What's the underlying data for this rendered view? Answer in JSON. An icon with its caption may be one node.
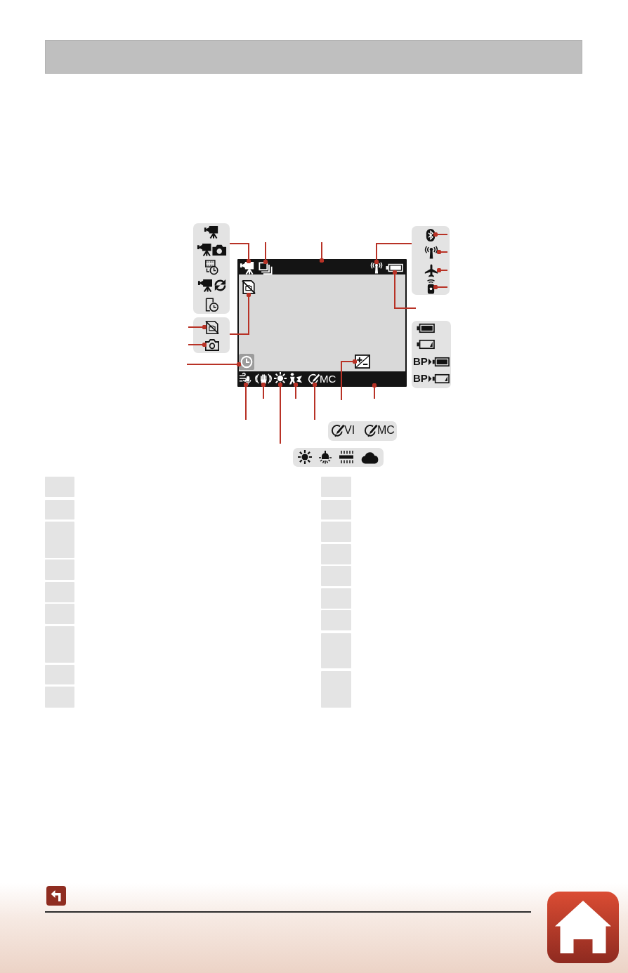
{
  "diagram": {
    "nodes": [
      {
        "text": [],
        "shape": "bar"
      },
      {
        "text": [],
        "shape": "box"
      },
      {
        "text": [],
        "shape": "box"
      },
      {
        "text": [],
        "shape": "icon",
        "in": 2
      },
      {
        "text": [],
        "shape": "icon",
        "in": 2
      },
      {
        "text": [],
        "shape": "icon",
        "in": 2
      },
      {
        "text": [],
        "shape": "icon",
        "in": 2
      },
      {
        "text": [],
        "shape": "box"
      },
      {
        "text": [],
        "shape": "bar",
        "in": 7
      },
      {
        "text": [],
        "shape": "icon",
        "in": 8
      },
      {
        "text": [],
        "shape": "icon",
        "in": 8
      },
      {
        "text": [],
        "shape": "icon",
        "in": 8
      },
      {
        "text": [],
        "shape": "icon",
        "in": 8
      },
      {
        "text": [],
        "shape": "icon",
        "in": 7
      },
      {
        "text": [],
        "shape": "box"
      },
      {
        "text": [],
        "shape": "icon",
        "in": 14
      },
      {
        "text": [],
        "shape": "icon",
        "in": 14
      },
      {
        "text": [
          "BP",
          "BP"
        ]
      },
      {
        "text": [],
        "shape": "icon",
        "in": 7
      },
      {
        "text": [],
        "shape": "icon",
        "in": 7
      },
      {
        "text": [],
        "shape": "bar",
        "in": 7
      },
      {
        "text": [],
        "shape": "icon",
        "in": 20
      },
      {
        "text": [],
        "shape": "icon",
        "in": 20
      },
      {
        "text": [],
        "shape": "icon",
        "in": 20
      },
      {
        "text": [],
        "shape": "icon",
        "in": 20
      },
      {
        "text": [
          "MC"
        ],
        "in": 20
      },
      {
        "text": [
          "VI",
          "MC"
        ]
      },
      {
        "text": [],
        "shape": "box"
      },
      {
        "text": [],
        "shape": "box"
      },
      {
        "text": [],
        "shape": "box"
      },
      {
        "text": [],
        "shape": "box"
      },
      {
        "text": [],
        "shape": "box"
      },
      {
        "text": [],
        "shape": "box"
      },
      {
        "text": [],
        "shape": "box"
      },
      {
        "text": [],
        "shape": "box"
      },
      {
        "text": [],
        "shape": "box"
      },
      {
        "text": [],
        "shape": "box"
      },
      {
        "text": [],
        "shape": "box"
      },
      {
        "text": [],
        "shape": "box"
      },
      {
        "text": [],
        "shape": "box"
      },
      {
        "text": [],
        "shape": "box"
      },
      {
        "text": [],
        "shape": "box"
      },
      {
        "text": [],
        "shape": "box"
      },
      {
        "text": [],
        "shape": "box"
      },
      {
        "text": [],
        "shape": "box"
      },
      {
        "text": [],
        "shape": "box"
      }
    ],
    "edges": [
      {
        "from": 1,
        "to": 9,
        "arrow": "other"
      },
      {
        "from": null,
        "to": 10,
        "arrow": "other"
      },
      {
        "from": null,
        "to": 8,
        "arrow": "other"
      },
      {
        "from": 2,
        "to": 11,
        "arrow": "other"
      },
      {
        "from": null,
        "to": 3,
        "arrow": "other"
      },
      {
        "from": null,
        "to": 4,
        "arrow": "other"
      },
      {
        "from": null,
        "to": 5,
        "arrow": "other"
      },
      {
        "from": null,
        "to": 6,
        "arrow": "other"
      },
      {
        "from": null,
        "to": 12,
        "arrow": "other"
      },
      {
        "from": 14,
        "to": 13,
        "arrow": "other"
      },
      {
        "from": null,
        "to": 15,
        "arrow": "other"
      },
      {
        "from": null,
        "to": 16,
        "arrow": "other"
      },
      {
        "from": null,
        "to": 18,
        "arrow": "other"
      },
      {
        "from": null,
        "to": 19,
        "arrow": "other"
      },
      {
        "from": null,
        "to": 20,
        "arrow": "other"
      },
      {
        "from": null,
        "to": 21,
        "arrow": "other"
      },
      {
        "from": null,
        "to": 22,
        "arrow": "other"
      },
      {
        "from": null,
        "to": 23,
        "arrow": "other"
      },
      {
        "from": null,
        "to": 24,
        "arrow": "other"
      },
      {
        "from": null,
        "to": 25,
        "arrow": "other"
      }
    ]
  }
}
